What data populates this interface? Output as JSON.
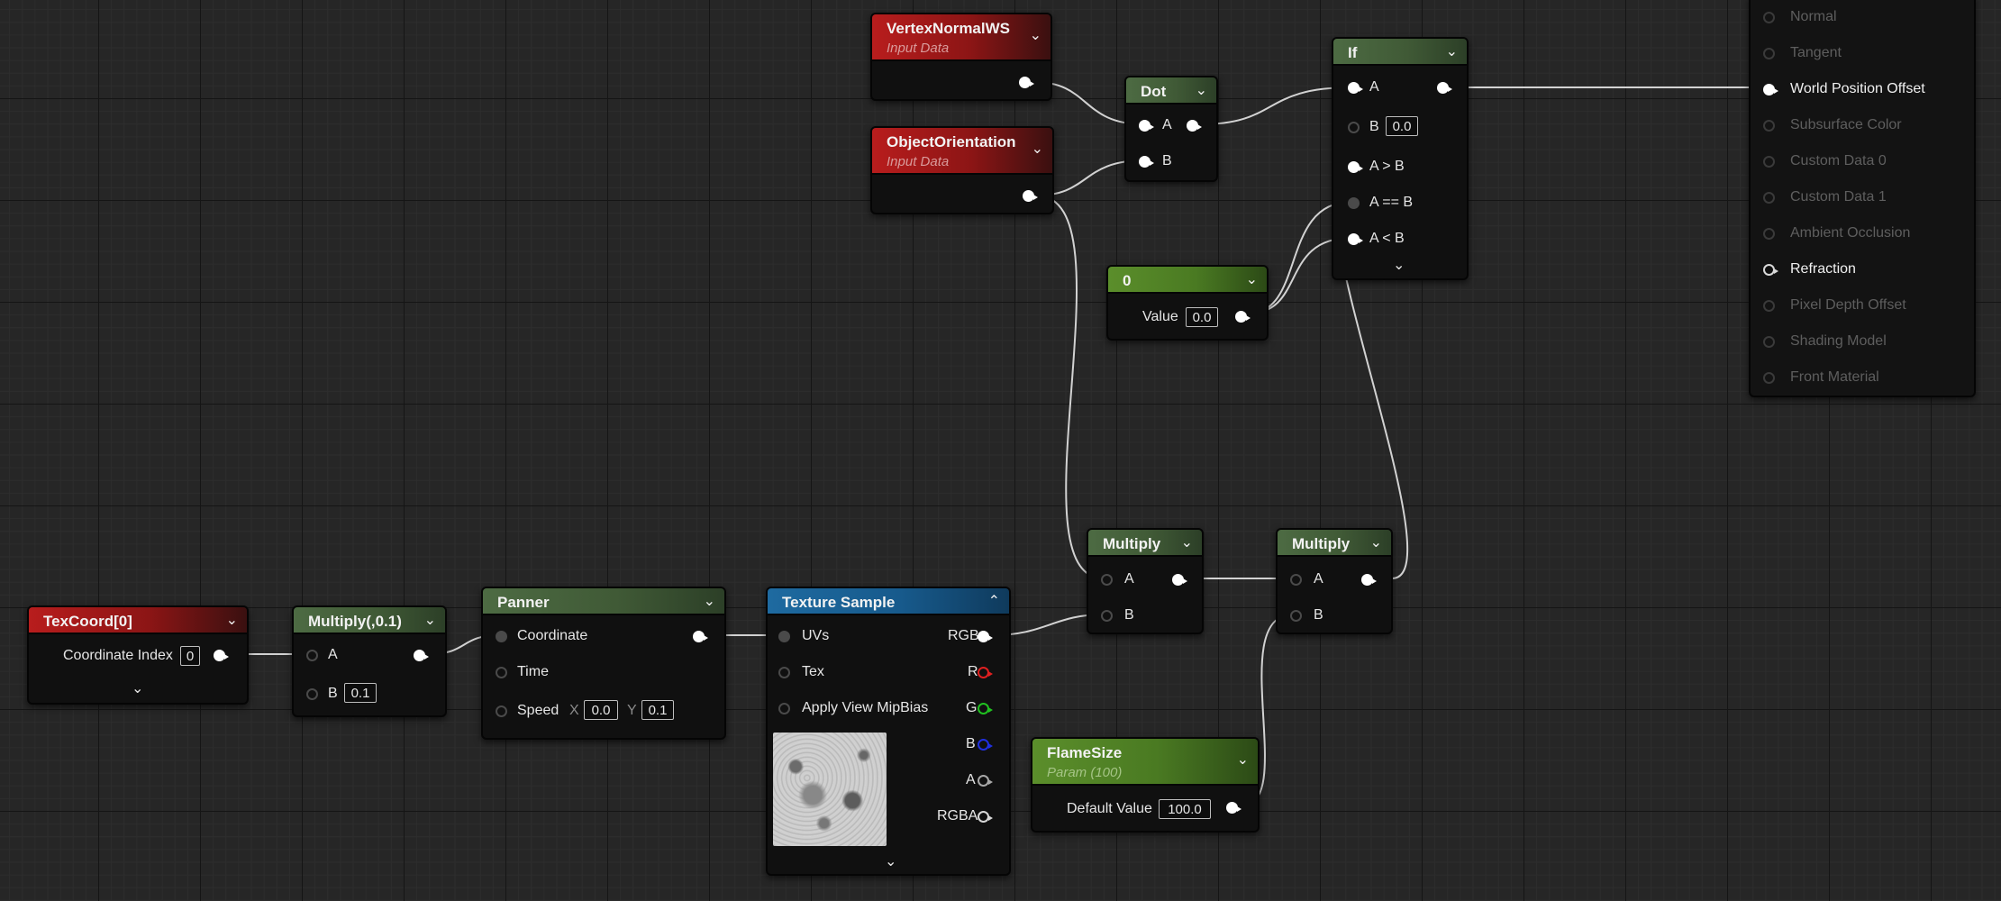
{
  "nodes": {
    "vertex_normal": {
      "title": "VertexNormalWS",
      "subtitle": "Input Data"
    },
    "object_orientation": {
      "title": "ObjectOrientation",
      "subtitle": "Input Data"
    },
    "dot": {
      "title": "Dot",
      "pin_a": "A",
      "pin_b": "B"
    },
    "if": {
      "title": "If",
      "pin_a": "A",
      "pin_b": "B",
      "b_value": "0.0",
      "pin_gt": "A > B",
      "pin_eq": "A == B",
      "pin_lt": "A < B"
    },
    "constant_zero": {
      "title": "0",
      "value_label": "Value",
      "value": "0.0"
    },
    "texcoord": {
      "title": "TexCoord[0]",
      "index_label": "Coordinate Index",
      "index_value": "0"
    },
    "multiply_const": {
      "title": "Multiply(,0.1)",
      "pin_a": "A",
      "pin_b": "B",
      "b_value": "0.1"
    },
    "panner": {
      "title": "Panner",
      "coordinate": "Coordinate",
      "time": "Time",
      "speed": "Speed",
      "x_label": "X",
      "x_value": "0.0",
      "y_label": "Y",
      "y_value": "0.1"
    },
    "texture_sample": {
      "title": "Texture Sample",
      "uvs": "UVs",
      "tex": "Tex",
      "mip": "Apply View MipBias",
      "rgb": "RGB",
      "r": "R",
      "g": "G",
      "b": "B",
      "a": "A",
      "rgba": "RGBA"
    },
    "multiply_1": {
      "title": "Multiply",
      "pin_a": "A",
      "pin_b": "B"
    },
    "multiply_2": {
      "title": "Multiply",
      "pin_a": "A",
      "pin_b": "B"
    },
    "flame_size": {
      "title": "FlameSize",
      "subtitle": "Param (100)",
      "default_label": "Default Value",
      "default_value": "100.0"
    }
  },
  "material_outputs": [
    {
      "label": "Normal",
      "active": false,
      "connected": false
    },
    {
      "label": "Tangent",
      "active": false,
      "connected": false
    },
    {
      "label": "World Position Offset",
      "active": true,
      "connected": true
    },
    {
      "label": "Subsurface Color",
      "active": false,
      "connected": false
    },
    {
      "label": "Custom Data 0",
      "active": false,
      "connected": false
    },
    {
      "label": "Custom Data 1",
      "active": false,
      "connected": false
    },
    {
      "label": "Ambient Occlusion",
      "active": false,
      "connected": false
    },
    {
      "label": "Refraction",
      "active": true,
      "connected": false
    },
    {
      "label": "Pixel Depth Offset",
      "active": false,
      "connected": false
    },
    {
      "label": "Shading Model",
      "active": false,
      "connected": false
    },
    {
      "label": "Front Material",
      "active": false,
      "connected": false
    }
  ],
  "icons": {
    "collapse": "chevron-down-icon",
    "expand": "chevron-up-icon"
  },
  "colors": {
    "input_header": "#b81d1d",
    "math_header": "#4d6b43",
    "param_header": "#5b8e2b",
    "texture_header": "#1e6aa0",
    "wire": "#d2d2d2"
  }
}
